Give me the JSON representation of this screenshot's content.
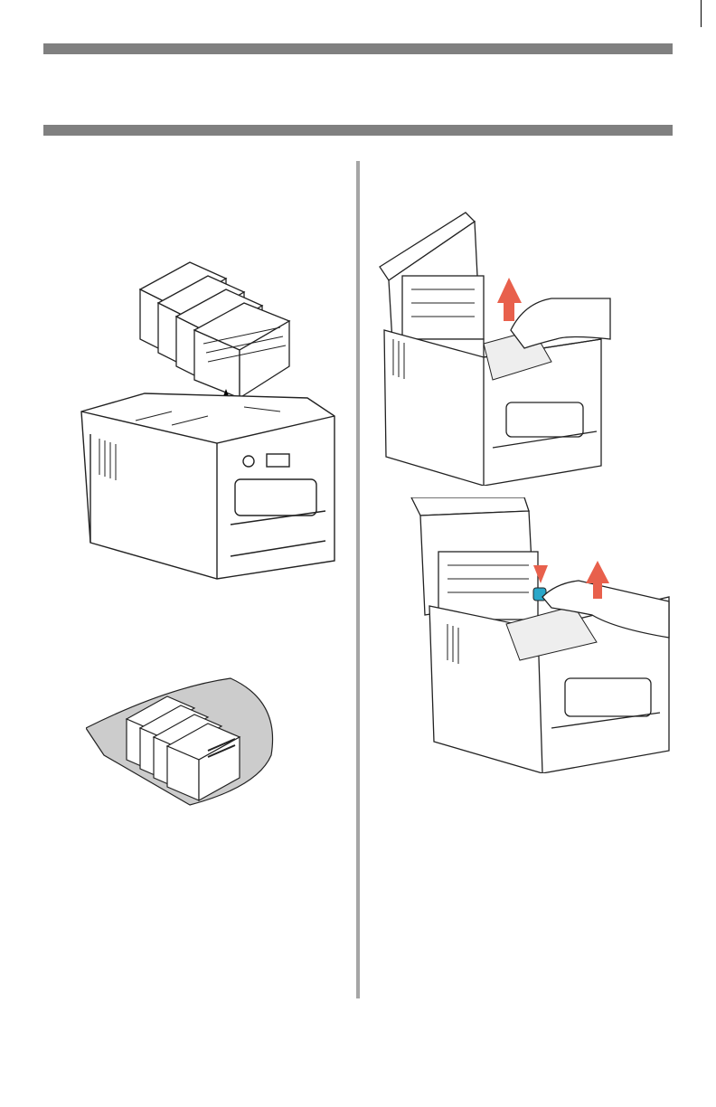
{
  "page": {
    "section_header_bars": 2,
    "column_divider": true
  },
  "illustrations": [
    {
      "id": "remove-drum-units",
      "icon": "printer-drum-lift-icon",
      "arrow_color": "#000000"
    },
    {
      "id": "drum-units-covered",
      "icon": "drum-units-cover-sheet-icon",
      "cover_color": "#cccccc"
    },
    {
      "id": "pull-jammed-paper",
      "icon": "printer-paper-jam-hand-icon",
      "arrow_color": "#e8604c"
    },
    {
      "id": "release-lever-pull-paper",
      "icon": "printer-lever-release-icon",
      "arrow_color": "#e8604c",
      "lever_color": "#2aa7c9"
    }
  ],
  "colors": {
    "bar": "#808080",
    "divider": "#a6a6a6",
    "line_art": "#222222",
    "highlight_arrow": "#e8604c",
    "lever": "#2aa7c9",
    "cover_sheet": "#cccccc"
  }
}
